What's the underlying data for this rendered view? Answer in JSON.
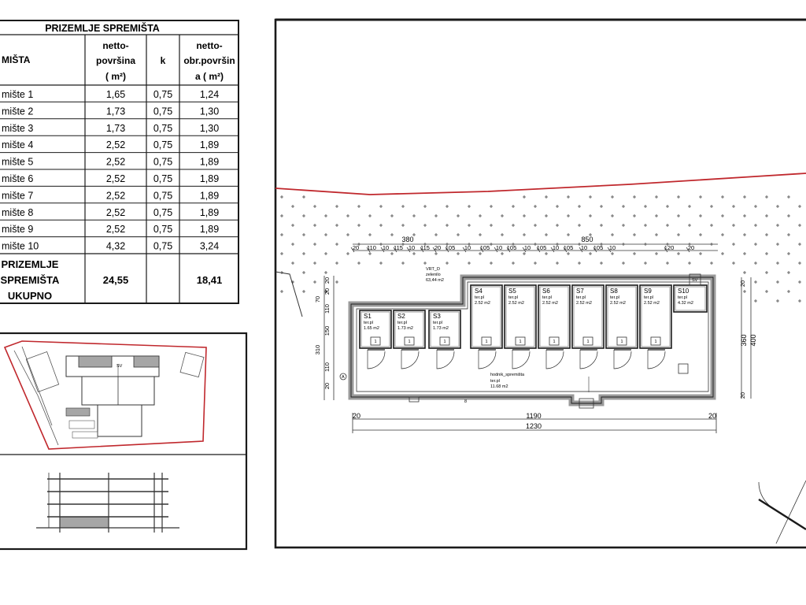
{
  "table": {
    "title": "PRIZEMLJE SPREMIŠTA",
    "headers": {
      "name": "MIŠTA",
      "netto_l1": "netto-",
      "netto_l2": "površina",
      "netto_l3": "( m²)",
      "k": "k",
      "obr_l1": "netto-",
      "obr_l2": "obr.površin",
      "obr_l3": "a    ( m²)"
    },
    "rows": [
      {
        "name": "mište 1",
        "netto": "1,65",
        "k": "0,75",
        "obr": "1,24"
      },
      {
        "name": "mište 2",
        "netto": "1,73",
        "k": "0,75",
        "obr": "1,30"
      },
      {
        "name": "mište 3",
        "netto": "1,73",
        "k": "0,75",
        "obr": "1,30"
      },
      {
        "name": "mište 4",
        "netto": "2,52",
        "k": "0,75",
        "obr": "1,89"
      },
      {
        "name": "mište 5",
        "netto": "2,52",
        "k": "0,75",
        "obr": "1,89"
      },
      {
        "name": "mište 6",
        "netto": "2,52",
        "k": "0,75",
        "obr": "1,89"
      },
      {
        "name": "mište 7",
        "netto": "2,52",
        "k": "0,75",
        "obr": "1,89"
      },
      {
        "name": "mište 8",
        "netto": "2,52",
        "k": "0,75",
        "obr": "1,89"
      },
      {
        "name": "mište 9",
        "netto": "2,52",
        "k": "0,75",
        "obr": "1,89"
      },
      {
        "name": "mište 10",
        "netto": "4,32",
        "k": "0,75",
        "obr": "3,24"
      }
    ],
    "total": {
      "l1": "PRIZEMLJE",
      "l2": "SPREMIŠTA",
      "l3": "UKUPNO",
      "netto": "24,55",
      "obr": "18,41"
    }
  },
  "plan": {
    "top_dims_major": [
      "380",
      "850"
    ],
    "top_dims_minor": [
      "20",
      "110",
      "10",
      "115",
      "10",
      "115",
      "20",
      "105",
      "10",
      "105",
      "10",
      "105",
      "10",
      "105",
      "10",
      "105",
      "10",
      "105",
      "10",
      "120",
      "20"
    ],
    "bottom_dims": {
      "inner": "1190",
      "outer": "1230",
      "edge_left": "20",
      "edge_right": "20"
    },
    "left_dims": [
      "20",
      "110",
      "150",
      "310",
      "110",
      "20",
      "70",
      "20"
    ],
    "right_dims": [
      "360",
      "400",
      "20",
      "20"
    ],
    "garden_label": "VRT_D",
    "garden_sub": "zelenilo",
    "garden_area": "63,44  m2",
    "rooms": [
      {
        "id": "S1",
        "sub": "ter.pl",
        "area": "1.65   m2"
      },
      {
        "id": "S2",
        "sub": "ter.pl",
        "area": "1.73   m2"
      },
      {
        "id": "S3",
        "sub": "ter.pl",
        "area": "1.73   m2"
      },
      {
        "id": "S4",
        "sub": "ter.pl",
        "area": "2.52   m2"
      },
      {
        "id": "S5",
        "sub": "ter.pl",
        "area": "2.52   m2"
      },
      {
        "id": "S6",
        "sub": "ter.pl",
        "area": "2.52   m2"
      },
      {
        "id": "S7",
        "sub": "ter.pl",
        "area": "2.52   m2"
      },
      {
        "id": "S8",
        "sub": "ter.pl",
        "area": "2.52   m2"
      },
      {
        "id": "S9",
        "sub": "ter.pl",
        "area": "2.52   m2"
      },
      {
        "id": "S10",
        "sub": "ter.pl",
        "area": "4.32   m2"
      }
    ],
    "corridor_label": "hodnik_spremišta",
    "corridor_sub": "ter.pl",
    "corridor_area": "11.68   m2",
    "door_label": "1",
    "small_dim": "8",
    "marker": "A",
    "sv_label": "SV"
  },
  "colors": {
    "line": "#1a1a1a",
    "red": "#c0282d",
    "wall": "#9a9a9a",
    "grey": "#a6a6a6"
  }
}
